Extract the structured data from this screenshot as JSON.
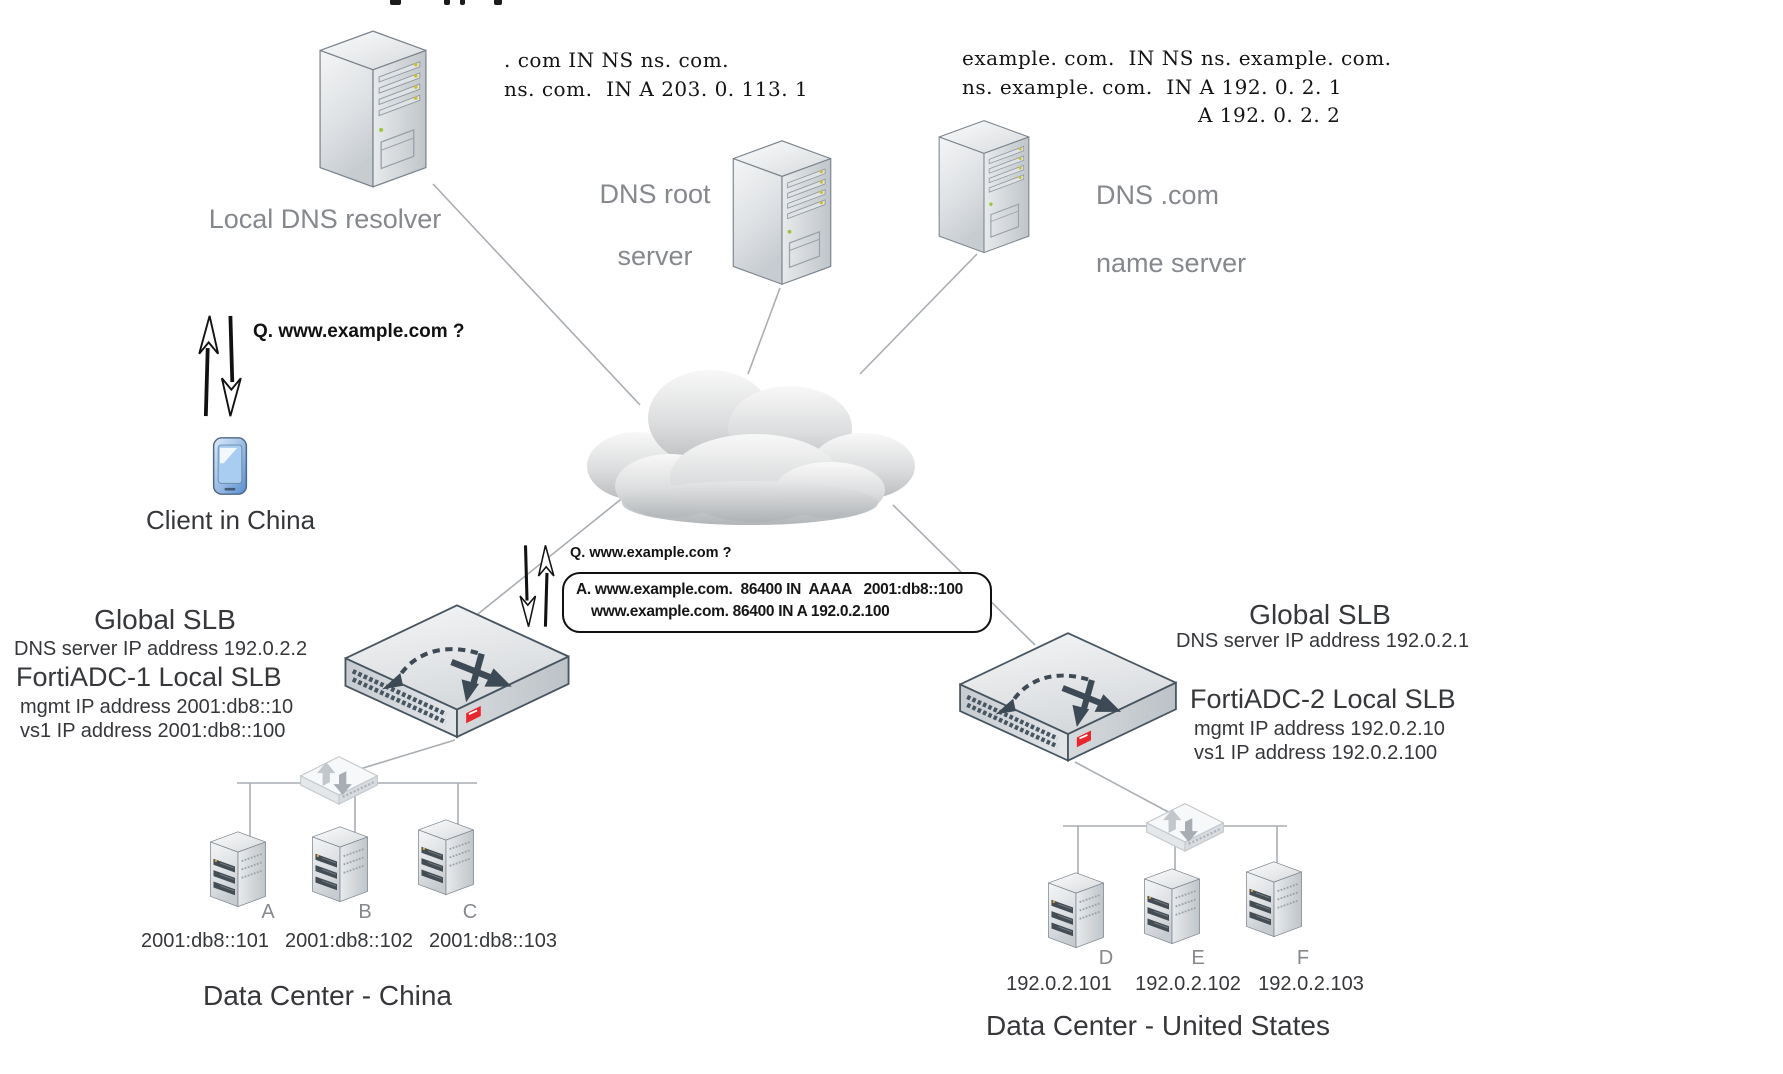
{
  "colors": {
    "background": "#ffffff",
    "label_gray": "#85888d",
    "text_dark": "#35373a",
    "record_black": "#141414",
    "connector_gray": "#a9aeb3",
    "fortinet_red": "#e8262d",
    "phone_blue": "#5b8fd0"
  },
  "top_left_server": {
    "label": "Local DNS resolver"
  },
  "dns_root": {
    "record_line1": ". com IN NS ns. com.",
    "record_line2": "ns. com.  IN A 203. 0. 113. 1",
    "label_line1": "DNS root",
    "label_line2": "server"
  },
  "dns_com": {
    "record_line1": "example. com.  IN NS ns. example. com.",
    "record_line2": "ns. example. com.  IN A 192. 0. 2. 1",
    "record_line3": "A 192. 0. 2. 2",
    "label_line1": "DNS .com",
    "label_line2": "name server"
  },
  "client": {
    "query": "Q. www.example.com ?",
    "label": "Client in China"
  },
  "internet_query": {
    "question": "Q. www.example.com ?",
    "answer_line1": "A. www.example.com.  86400 IN  AAAA   2001:db8::100",
    "answer_line2": "www.example.com. 86400 IN A 192.0.2.100"
  },
  "fortiadc_1": {
    "title": "Global SLB",
    "dns_server_ip": "DNS server IP address 192.0.2.2",
    "name": "FortiADC-1 Local SLB",
    "mgmt_ip": "mgmt IP address 2001:db8::10",
    "vs1_ip": "vs1 IP address 2001:db8::100"
  },
  "fortiadc_2": {
    "title": "Global SLB",
    "dns_server_ip": "DNS server IP address 192.0.2.1",
    "name": "FortiADC-2 Local SLB",
    "mgmt_ip": "mgmt IP address 192.0.2.10",
    "vs1_ip": "vs1 IP address 192.0.2.100"
  },
  "datacenter_china": {
    "label": "Data Center - China",
    "servers": [
      {
        "name": "A",
        "ip": "2001:db8::101"
      },
      {
        "name": "B",
        "ip": "2001:db8::102"
      },
      {
        "name": "C",
        "ip": "2001:db8::103"
      }
    ]
  },
  "datacenter_us": {
    "label": "Data Center - United States",
    "servers": [
      {
        "name": "D",
        "ip": "192.0.2.101"
      },
      {
        "name": "E",
        "ip": "192.0.2.102"
      },
      {
        "name": "F",
        "ip": "192.0.2.103"
      }
    ]
  }
}
